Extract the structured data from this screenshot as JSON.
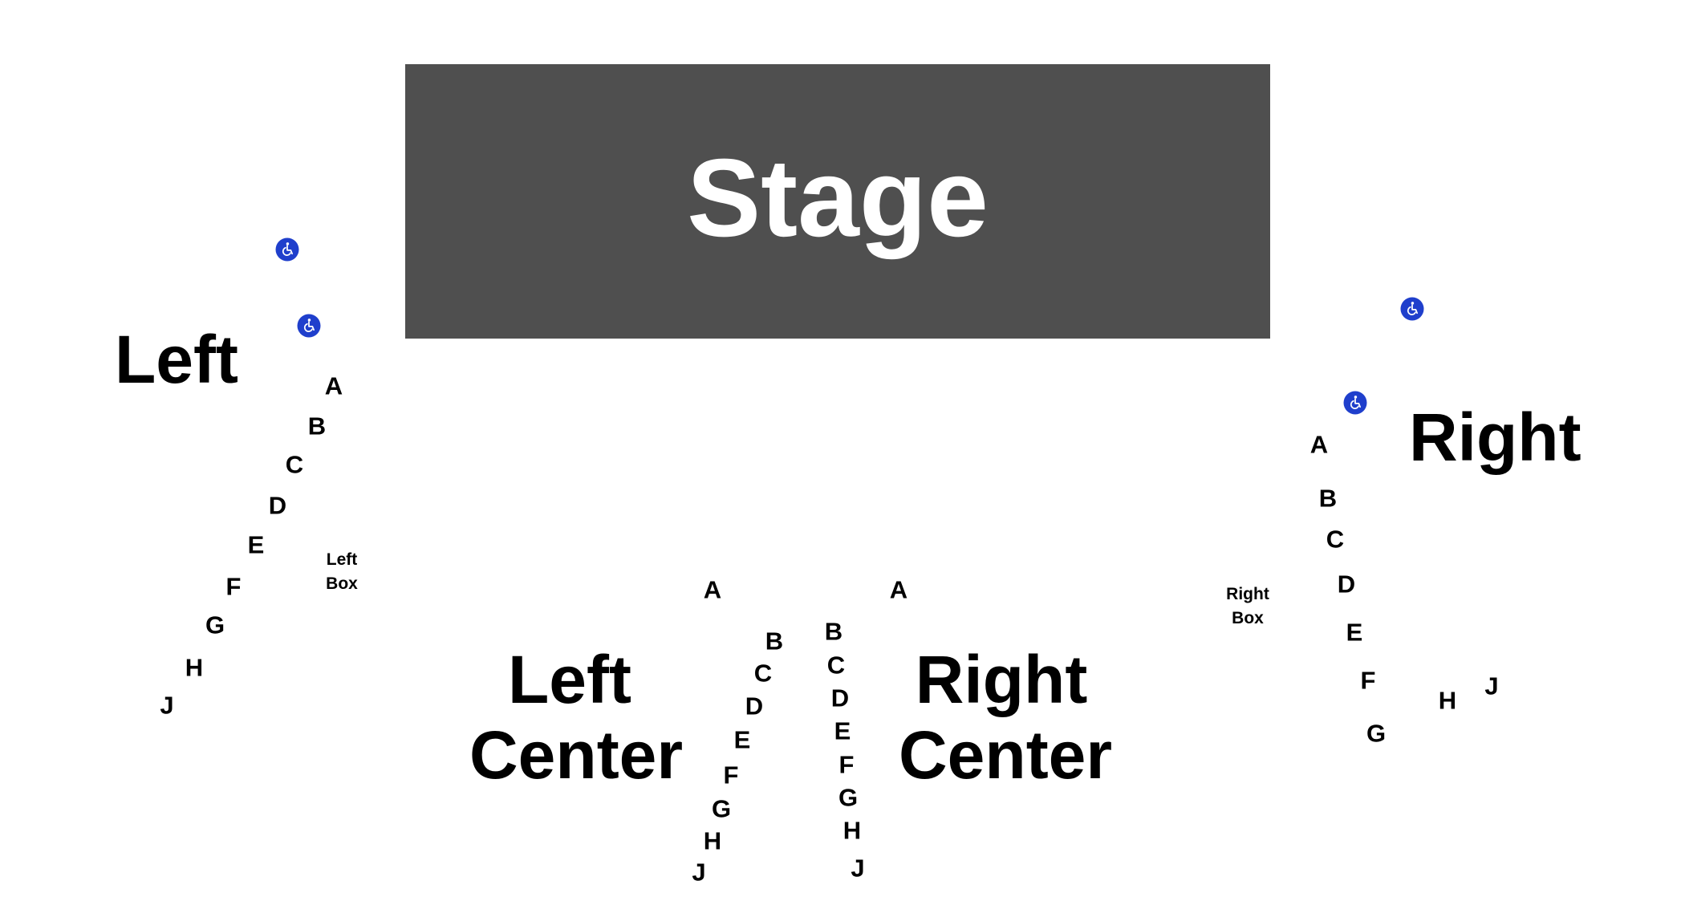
{
  "stage": {
    "label": "Stage"
  },
  "sections": {
    "left": {
      "label": "Left"
    },
    "right": {
      "label": "Right"
    },
    "left_center": {
      "line1": "Left",
      "line2": "Center"
    },
    "right_center": {
      "line1": "Right",
      "line2": "Center"
    }
  },
  "boxes": {
    "left_box": {
      "line1": "Left",
      "line2": "Box"
    },
    "right_box": {
      "line1": "Right",
      "line2": "Box"
    }
  },
  "rows": {
    "left": [
      "A",
      "B",
      "C",
      "D",
      "E",
      "F",
      "G",
      "H",
      "J"
    ],
    "left_center": [
      "A",
      "B",
      "C",
      "D",
      "E",
      "F",
      "G",
      "H",
      "J"
    ],
    "right_center": [
      "A",
      "B",
      "C",
      "D",
      "E",
      "F",
      "G",
      "H",
      "J"
    ],
    "right": [
      "A",
      "B",
      "C",
      "D",
      "E",
      "F",
      "G",
      "H",
      "J"
    ]
  },
  "icons": {
    "wheelchair": "wheelchair-accessible-icon",
    "color": "#1f3fcc"
  }
}
